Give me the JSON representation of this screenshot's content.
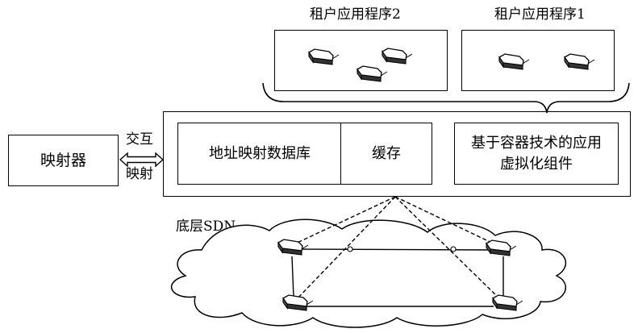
{
  "tenant_app_2": {
    "label": "租户应用程序2"
  },
  "tenant_app_1": {
    "label": "租户应用程序1"
  },
  "mapper": {
    "label": "映射器"
  },
  "interaction": {
    "top_label": "交互",
    "bottom_label": "映射"
  },
  "controller": {
    "address_db_label": "地址映射数据库",
    "cache_label": "缓存",
    "container_label": "基于容器技术的应用虚拟化组件"
  },
  "underlay": {
    "label": "底层SDN"
  },
  "icons": {
    "device": "router-icon"
  }
}
